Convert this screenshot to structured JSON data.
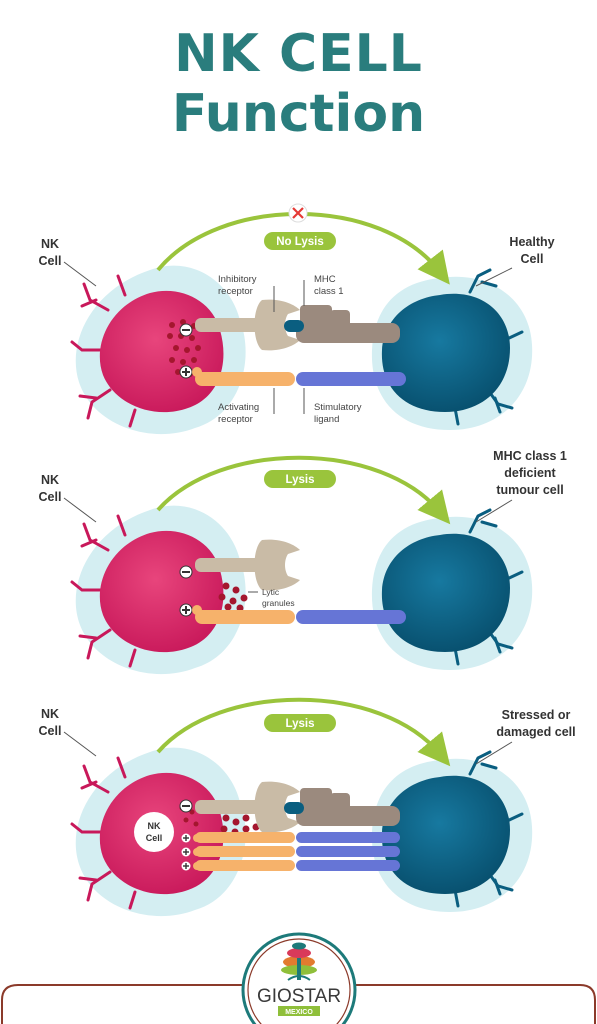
{
  "title": {
    "line1": "NK CELL",
    "line2": "Function"
  },
  "panels": [
    {
      "outcome": "No Lysis",
      "blocked": true,
      "left_label": [
        "NK",
        "Cell"
      ],
      "right_label": [
        "Healthy",
        "Cell"
      ],
      "inhibitory_label": [
        "Inhibitory",
        "receptor"
      ],
      "mhc_label": [
        "MHC",
        "class 1"
      ],
      "activating_label": [
        "Activating",
        "receptor"
      ],
      "stimulatory_label": [
        "Stimulatory",
        "ligand"
      ]
    },
    {
      "outcome": "Lysis",
      "blocked": false,
      "left_label": [
        "NK",
        "Cell"
      ],
      "right_label": [
        "MHC class 1",
        "deficient",
        "tumour cell"
      ],
      "granules_label": [
        "Lytic",
        "granules"
      ]
    },
    {
      "outcome": "Lysis",
      "blocked": false,
      "left_label": [
        "NK",
        "Cell"
      ],
      "right_label": [
        "Stressed or",
        "damaged cell"
      ],
      "nucleus_label": [
        "NK",
        "Cell"
      ]
    }
  ],
  "logo": {
    "name": "GIOSTAR",
    "sub": "MEXICO"
  },
  "colors": {
    "title": "#2a7d7d",
    "nk_cell": "#d81b60",
    "target_cell": "#0a5e80",
    "arrow": "#9ac43c",
    "inhibitory": "#c9bba6",
    "mhc": "#9b8a7e",
    "activating": "#f6b26b",
    "stimulatory": "#6675d6",
    "granule": "#a4162e",
    "glow": "#d4eef2"
  }
}
